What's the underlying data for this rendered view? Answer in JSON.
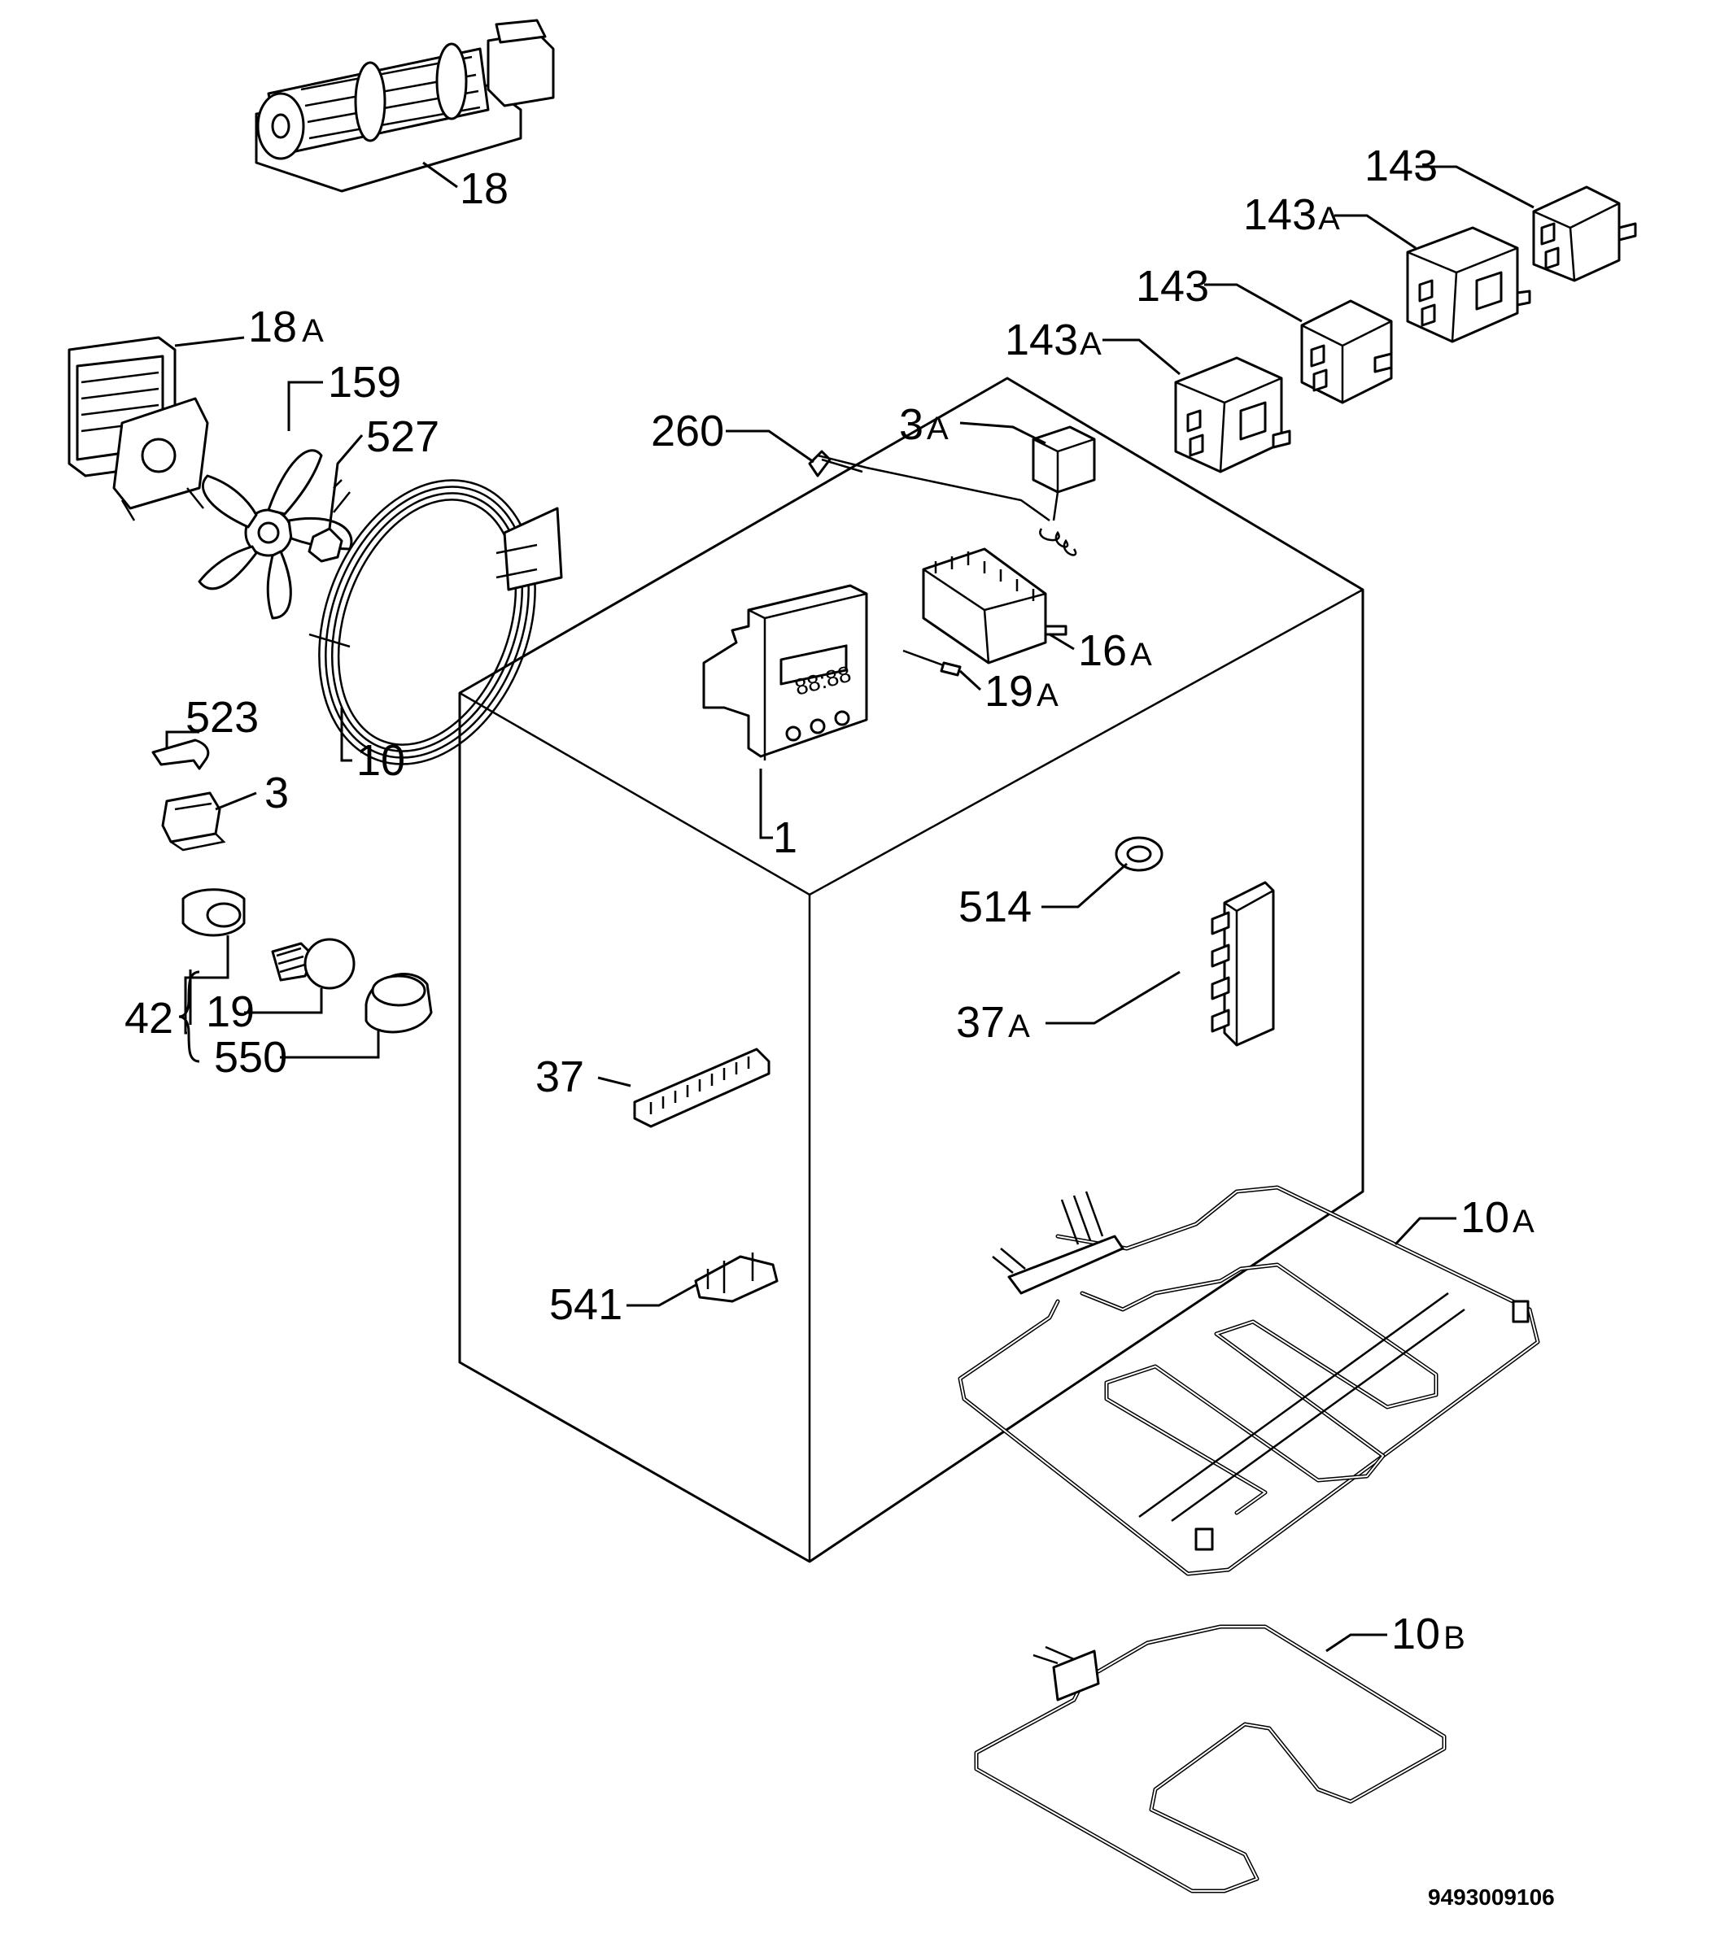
{
  "diagram": {
    "document_code": "9493009106",
    "callouts": [
      {
        "id": "18",
        "num": "18",
        "suffix": ""
      },
      {
        "id": "18A",
        "num": "18",
        "suffix": "A"
      },
      {
        "id": "159",
        "num": "159",
        "suffix": ""
      },
      {
        "id": "527",
        "num": "527",
        "suffix": ""
      },
      {
        "id": "10",
        "num": "10",
        "suffix": ""
      },
      {
        "id": "523",
        "num": "523",
        "suffix": ""
      },
      {
        "id": "3",
        "num": "3",
        "suffix": ""
      },
      {
        "id": "42",
        "num": "42",
        "suffix": ""
      },
      {
        "id": "19",
        "num": "19",
        "suffix": ""
      },
      {
        "id": "550",
        "num": "550",
        "suffix": ""
      },
      {
        "id": "260",
        "num": "260",
        "suffix": ""
      },
      {
        "id": "3A",
        "num": "3",
        "suffix": "A"
      },
      {
        "id": "143_top",
        "num": "143",
        "suffix": ""
      },
      {
        "id": "143A_top",
        "num": "143",
        "suffix": "A"
      },
      {
        "id": "143_mid",
        "num": "143",
        "suffix": ""
      },
      {
        "id": "143A_mid",
        "num": "143",
        "suffix": "A"
      },
      {
        "id": "16A",
        "num": "16",
        "suffix": "A"
      },
      {
        "id": "19A",
        "num": "19",
        "suffix": "A"
      },
      {
        "id": "1",
        "num": "1",
        "suffix": ""
      },
      {
        "id": "514",
        "num": "514",
        "suffix": ""
      },
      {
        "id": "37A",
        "num": "37",
        "suffix": "A"
      },
      {
        "id": "37",
        "num": "37",
        "suffix": ""
      },
      {
        "id": "541",
        "num": "541",
        "suffix": ""
      },
      {
        "id": "10A",
        "num": "10",
        "suffix": "A"
      },
      {
        "id": "10B",
        "num": "10",
        "suffix": "B"
      }
    ]
  }
}
